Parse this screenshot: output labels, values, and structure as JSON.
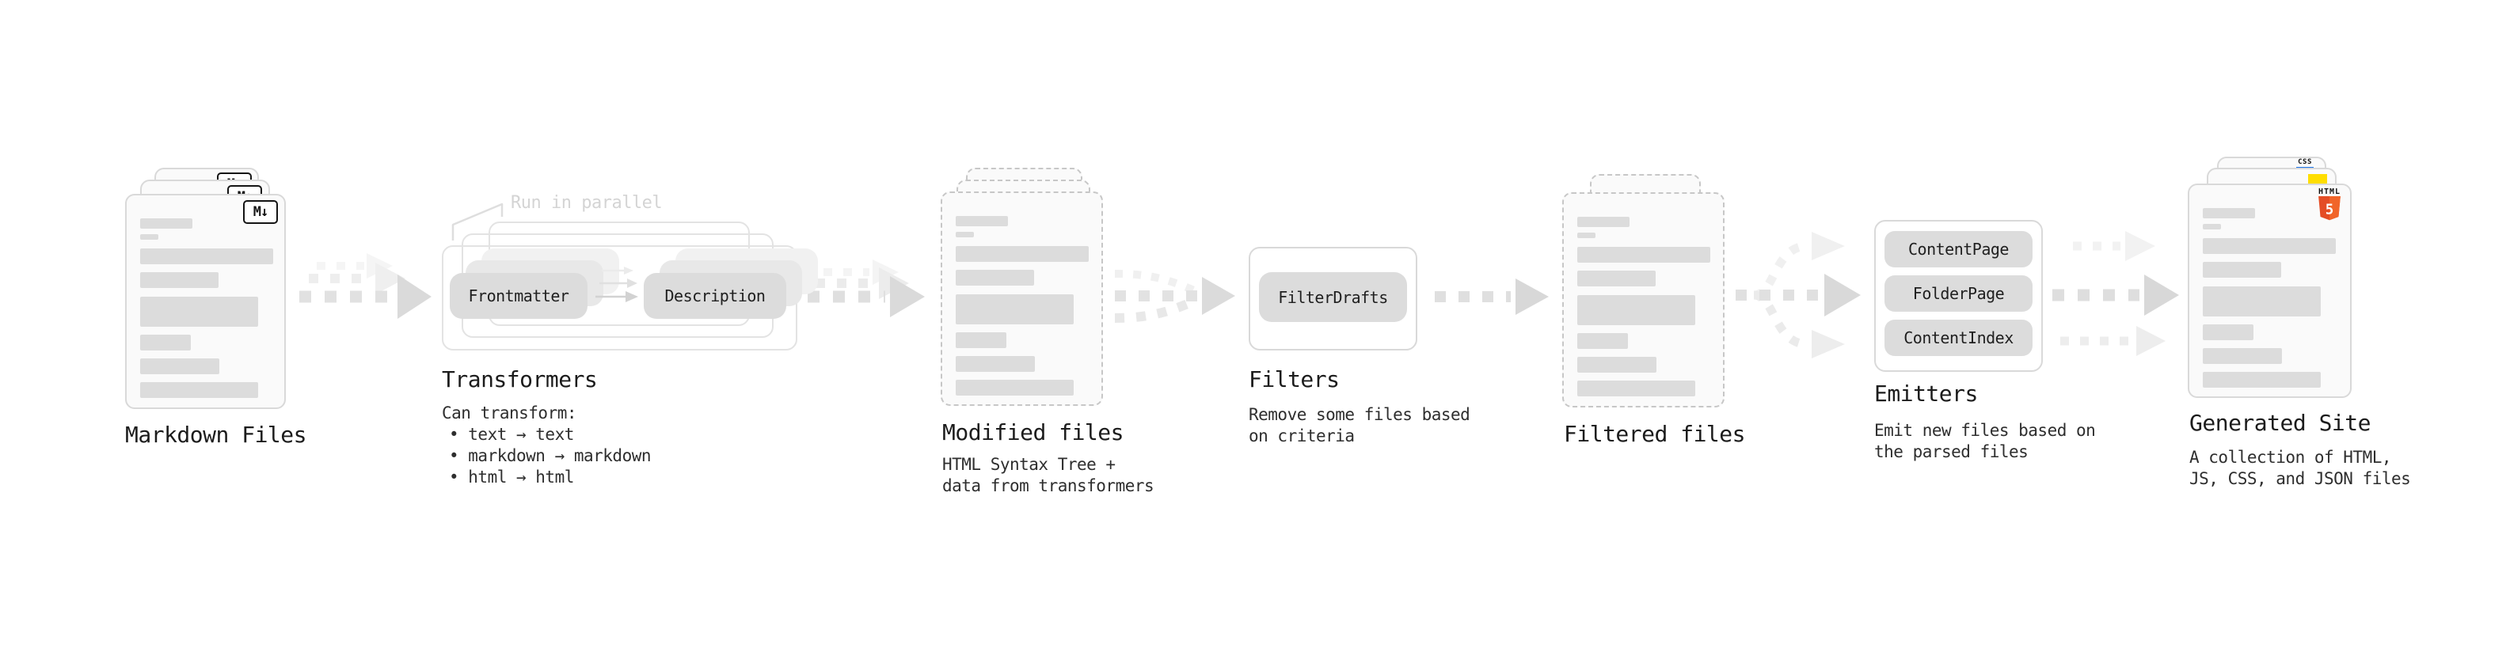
{
  "stages": {
    "markdown": {
      "label": "Markdown Files",
      "badge": "M↓"
    },
    "transformers": {
      "label": "Transformers",
      "annotation": "Run in parallel",
      "pill_left": "Frontmatter",
      "pill_right": "Description",
      "caption_title": "Can transform:",
      "bullet_1": "• text → text",
      "bullet_2": "• markdown → markdown",
      "bullet_3": "• html → html"
    },
    "modified": {
      "label": "Modified files",
      "caption_1": "HTML Syntax Tree +",
      "caption_2": "data from transformers"
    },
    "filters": {
      "label": "Filters",
      "pill": "FilterDrafts",
      "caption_1": "Remove some files based",
      "caption_2": "on criteria"
    },
    "filtered": {
      "label": "Filtered files"
    },
    "emitters": {
      "label": "Emitters",
      "pill_1": "ContentPage",
      "pill_2": "FolderPage",
      "pill_3": "ContentIndex",
      "caption_1": "Emit new files based on",
      "caption_2": "the parsed files"
    },
    "generated": {
      "label": "Generated Site",
      "caption_1": "A collection of HTML,",
      "caption_2": "JS, CSS, and JSON files",
      "badge_css": "CSS",
      "badge_html": "HTML",
      "badge_html5": "5"
    }
  },
  "colors": {
    "html5_orange": "#e44d26",
    "html5_orange_light": "#f16529",
    "css_blue": "#1a73e8",
    "js_yellow": "#ffde00"
  }
}
